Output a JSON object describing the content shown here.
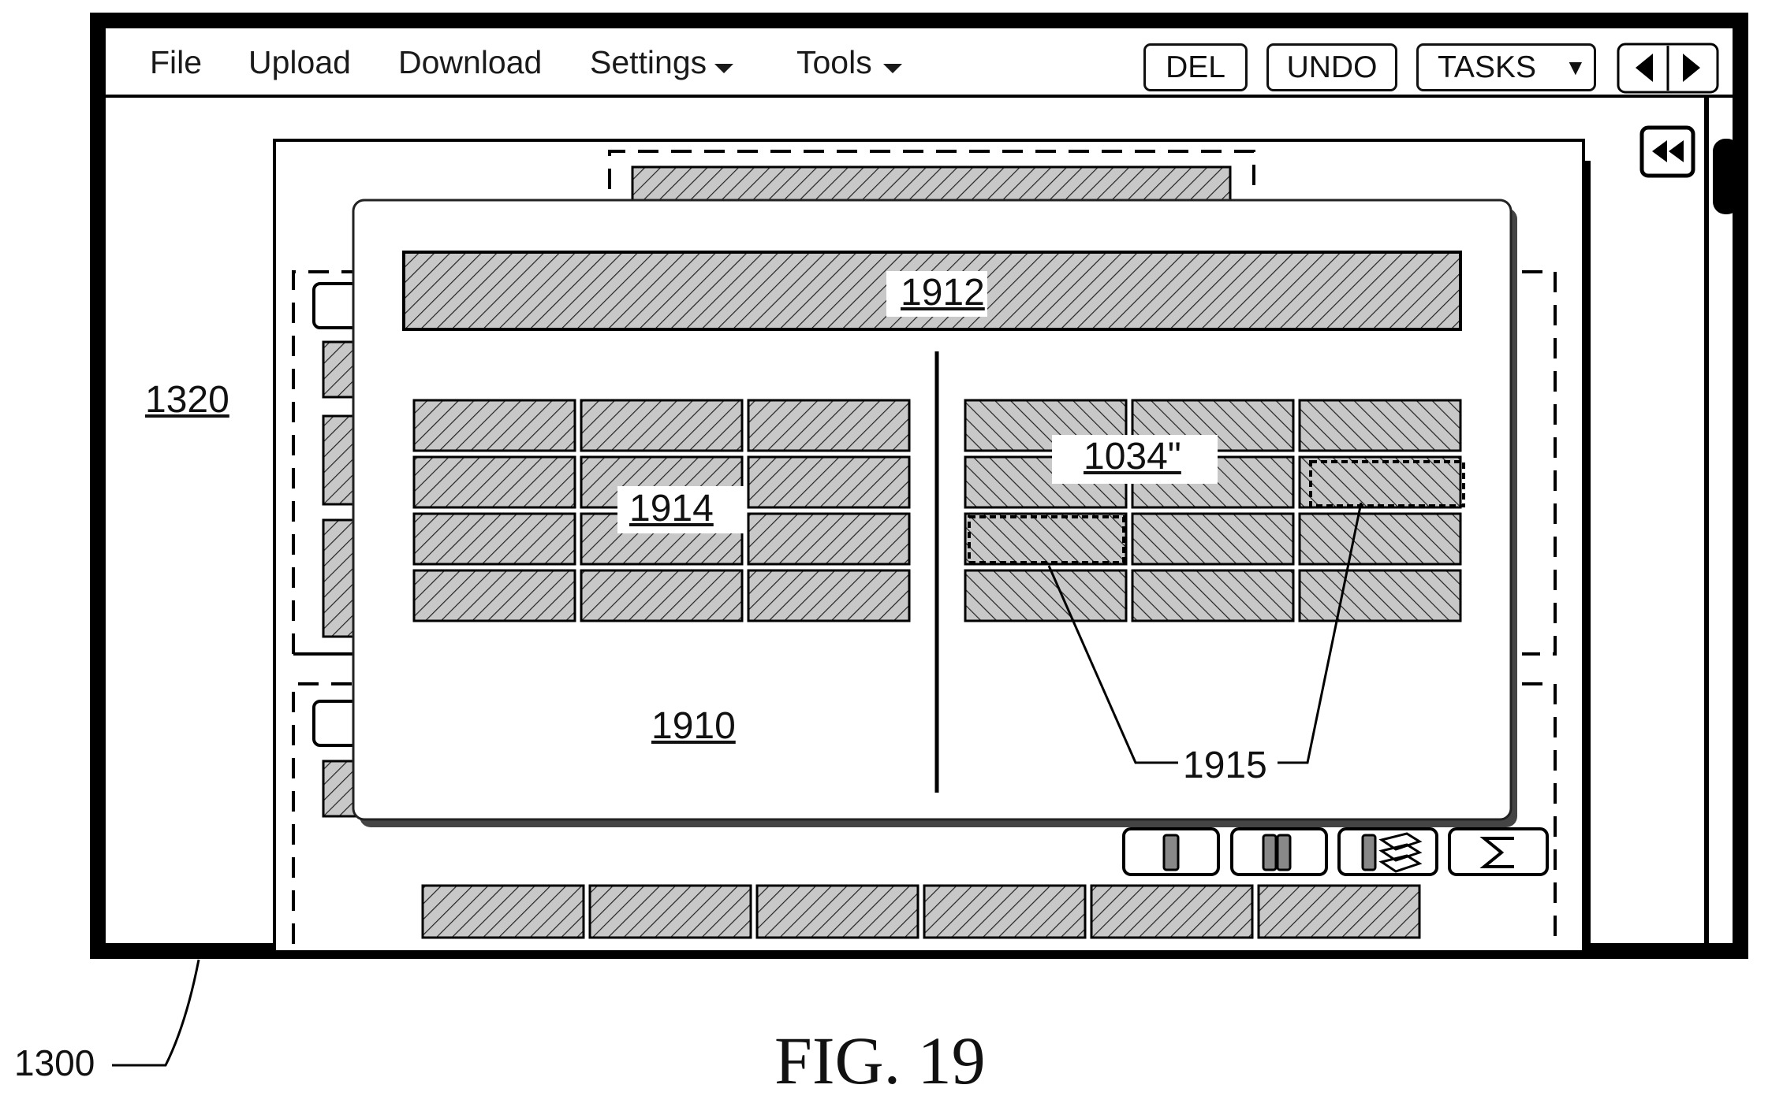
{
  "menu": {
    "file": "File",
    "upload": "Upload",
    "download": "Download",
    "settings": "Settings",
    "tools": "Tools"
  },
  "toolbar": {
    "del": "DEL",
    "undo": "UNDO",
    "tasks": "TASKS"
  },
  "refs": {
    "sidebar": "1320",
    "device": "1300",
    "popup": "1910",
    "header_bar": "1912",
    "left_grid": "1914",
    "right_grid": "1034\"",
    "selected_cells": "1915"
  },
  "figure_label": "FIG. 19",
  "icons": {
    "menu_dropdown": "caret-down-icon",
    "prev": "triangle-left-icon",
    "next": "triangle-right-icon",
    "collapse": "double-chevron-left-icon",
    "column": "single-column-icon",
    "columns": "double-column-icon",
    "column_stack": "column-stack-icon",
    "sum": "sigma-icon"
  }
}
